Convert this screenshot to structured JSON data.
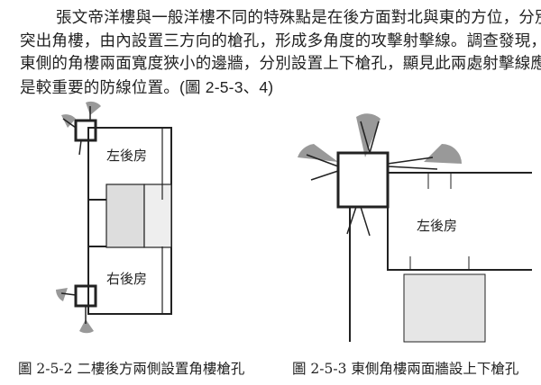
{
  "paragraph": {
    "lines": [
      "張文帝洋樓與一般洋樓不同的特殊點是在後方面對北與東的方位，分別外",
      "突出角樓，由內設置三方向的槍孔，形成多角度的攻擊射擊線。調查發現，在",
      "東側的角樓兩面寬度狹小的邊牆，分別設置上下槍孔，顯見此兩處射擊線應該"
    ],
    "last_line": "是較重要的防線位置。",
    "reference": "(圖 2-5-3、4)"
  },
  "figures": [
    {
      "caption": "圖 2-5-2 二樓後方兩側設置角樓槍孔",
      "room_labels": [
        "左後房",
        "右後房"
      ]
    },
    {
      "caption": "圖 2-5-3  東側角樓兩面牆設上下槍孔",
      "room_labels": [
        "左後房"
      ]
    }
  ]
}
